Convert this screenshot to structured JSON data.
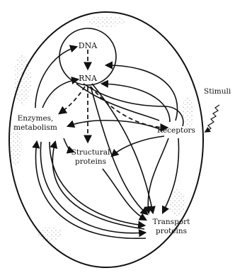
{
  "diagram": {
    "nodes": {
      "dna": "DNA",
      "rna": "RNA",
      "enzymes_line1": "Enzymes,",
      "enzymes_line2": "metabolism",
      "structural_line1": "Structural",
      "structural_line2": "proteins",
      "receptors": "Receptors",
      "transport_line1": "Transport",
      "transport_line2": "proteins",
      "stimuli": "Stimuli"
    }
  }
}
